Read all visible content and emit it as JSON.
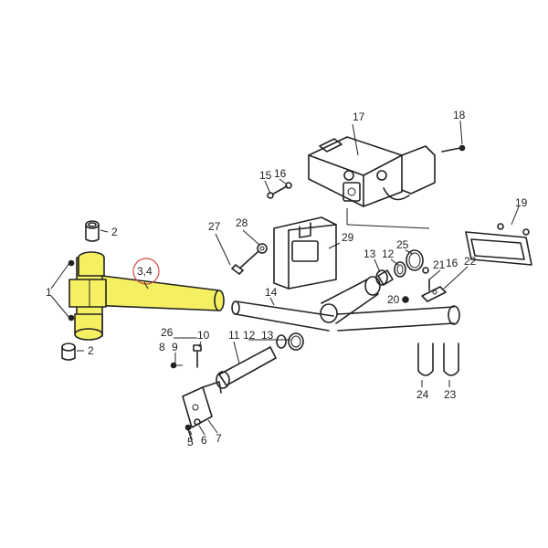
{
  "colors": {
    "highlight": "#f5ef62",
    "ink": "#222222",
    "marker": "#d24b4b",
    "background": "#ffffff"
  },
  "labels": {
    "p1": "1",
    "p2a": "2",
    "p2b": "2",
    "p34": "3,4",
    "p5": "5",
    "p6": "6",
    "p7": "7",
    "p8": "8",
    "p9": "9",
    "p10": "10",
    "p11": "11",
    "p12a": "12",
    "p12b": "12",
    "p13a": "13",
    "p13b": "13",
    "p14": "14",
    "p15": "15",
    "p16a": "16",
    "p16b": "16",
    "p17": "17",
    "p18": "18",
    "p19": "19",
    "p20": "20",
    "p21": "21",
    "p22": "22",
    "p23": "23",
    "p24": "24",
    "p25": "25",
    "p26": "26",
    "p27": "27",
    "p28": "28",
    "p29": "29"
  }
}
